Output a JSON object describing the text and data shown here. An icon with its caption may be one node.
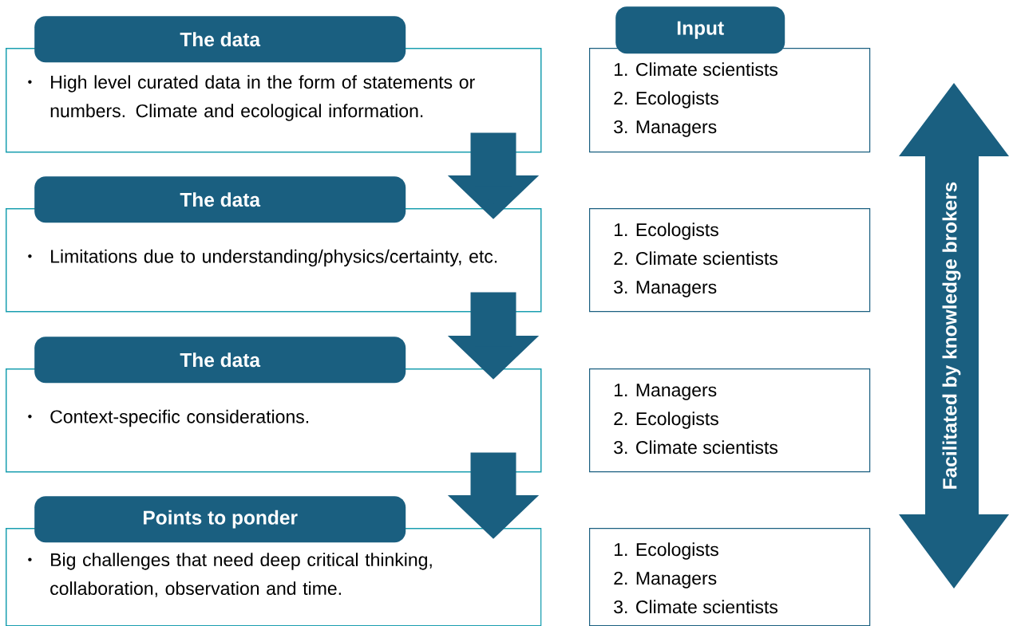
{
  "diagram": {
    "nodes": [
      {
        "text": [
          "The data",
          "High level curated data in the form of statements or numbers. Climate and ecological information."
        ]
      },
      {
        "text": [
          "The data",
          "Limitations due to understanding/physics/certainty, etc."
        ]
      },
      {
        "text": [
          "The data",
          "Context-specific considerations."
        ]
      },
      {
        "text": [
          "Points to ponder",
          "Big challenges that need deep critical thinking, collaboration, observation and time."
        ]
      },
      {
        "text": [
          "Input",
          "1. Climate scientists",
          "2. Ecologists",
          "3. Managers"
        ]
      },
      {
        "text": [
          "1. Ecologists",
          "2. Climate scientists",
          "3. Managers"
        ]
      },
      {
        "text": [
          "1. Managers",
          "2. Ecologists",
          "3. Climate scientists"
        ]
      },
      {
        "text": [
          "1. Ecologists",
          "2. Managers",
          "3. Climate scientists"
        ]
      },
      {
        "text": [
          "Facilitated by knowledge brokers"
        ]
      }
    ],
    "edges": [
      {
        "from": 0,
        "to": 1,
        "arrow": "to"
      },
      {
        "from": 1,
        "to": 2,
        "arrow": "to"
      },
      {
        "from": 2,
        "to": 3,
        "arrow": "to"
      }
    ]
  }
}
